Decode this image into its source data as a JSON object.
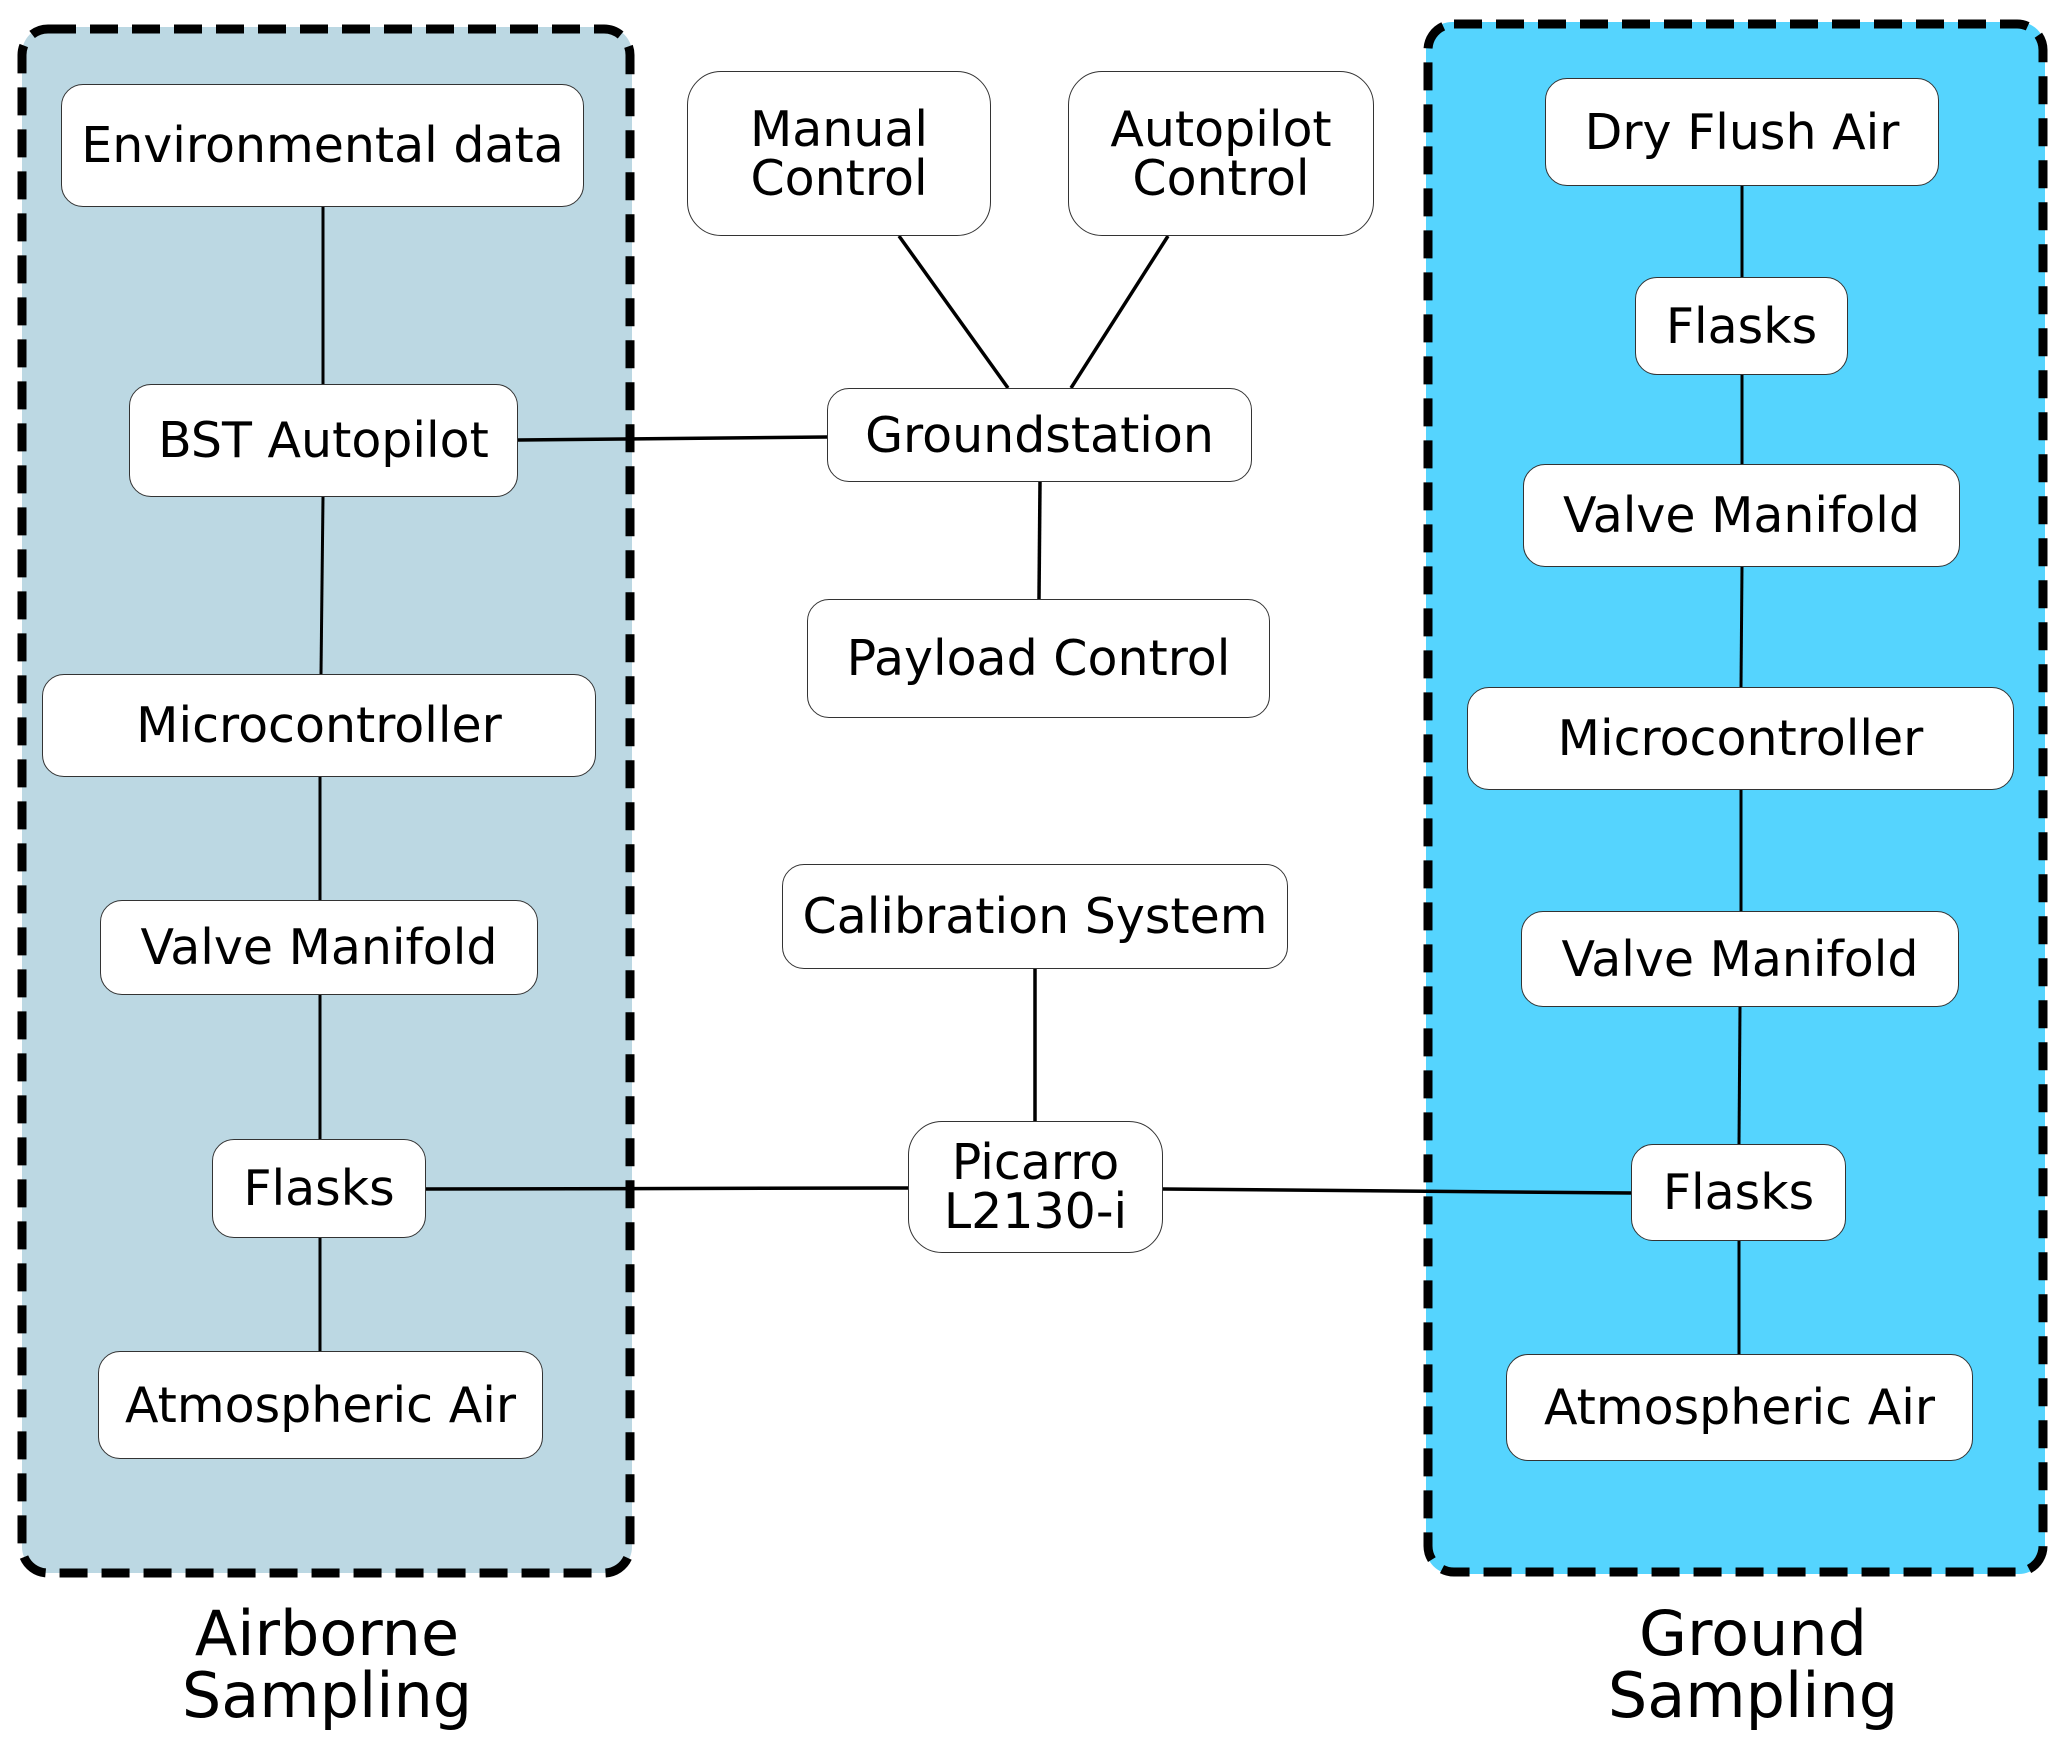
{
  "colors": {
    "airborne_fill": "#BCD8E3",
    "ground_fill": "#55D4FE",
    "border": "#000000",
    "node_fill": "#FFFFFF"
  },
  "groups": {
    "airborne": {
      "label": "Airborne\nSampling",
      "nodes": {
        "environmental_data": "Environmental data",
        "bst_autopilot": "BST Autopilot",
        "microcontroller": "Microcontroller",
        "valve_manifold": "Valve Manifold",
        "flasks": "Flasks",
        "atmospheric_air": "Atmospheric Air"
      }
    },
    "ground": {
      "label": "Ground\nSampling",
      "nodes": {
        "dry_flush_air": "Dry Flush Air",
        "flasks_top": "Flasks",
        "valve_manifold_top": "Valve Manifold",
        "microcontroller": "Microcontroller",
        "valve_manifold_bottom": "Valve Manifold",
        "flasks_bottom": "Flasks",
        "atmospheric_air": "Atmospheric Air"
      }
    }
  },
  "center": {
    "manual_control": "Manual\nControl",
    "autopilot_control": "Autopilot\nControl",
    "groundstation": "Groundstation",
    "payload_control": "Payload Control",
    "calibration_system": "Calibration System",
    "picarro": "Picarro\nL2130-i"
  },
  "connections": [
    [
      "environmental_data",
      "bst_autopilot"
    ],
    [
      "bst_autopilot",
      "microcontroller_air"
    ],
    [
      "microcontroller_air",
      "valve_manifold_air"
    ],
    [
      "valve_manifold_air",
      "flasks_air"
    ],
    [
      "flasks_air",
      "atmospheric_air_air"
    ],
    [
      "bst_autopilot",
      "groundstation"
    ],
    [
      "manual_control",
      "groundstation"
    ],
    [
      "autopilot_control",
      "groundstation"
    ],
    [
      "groundstation",
      "payload_control"
    ],
    [
      "calibration_system",
      "picarro"
    ],
    [
      "flasks_air",
      "picarro"
    ],
    [
      "picarro",
      "flasks_ground_bottom"
    ],
    [
      "dry_flush_air",
      "flasks_ground_top"
    ],
    [
      "flasks_ground_top",
      "valve_manifold_ground_top"
    ],
    [
      "valve_manifold_ground_top",
      "microcontroller_ground"
    ],
    [
      "microcontroller_ground",
      "valve_manifold_ground_bottom"
    ],
    [
      "valve_manifold_ground_bottom",
      "flasks_ground_bottom"
    ],
    [
      "flasks_ground_bottom",
      "atmospheric_air_ground"
    ]
  ]
}
